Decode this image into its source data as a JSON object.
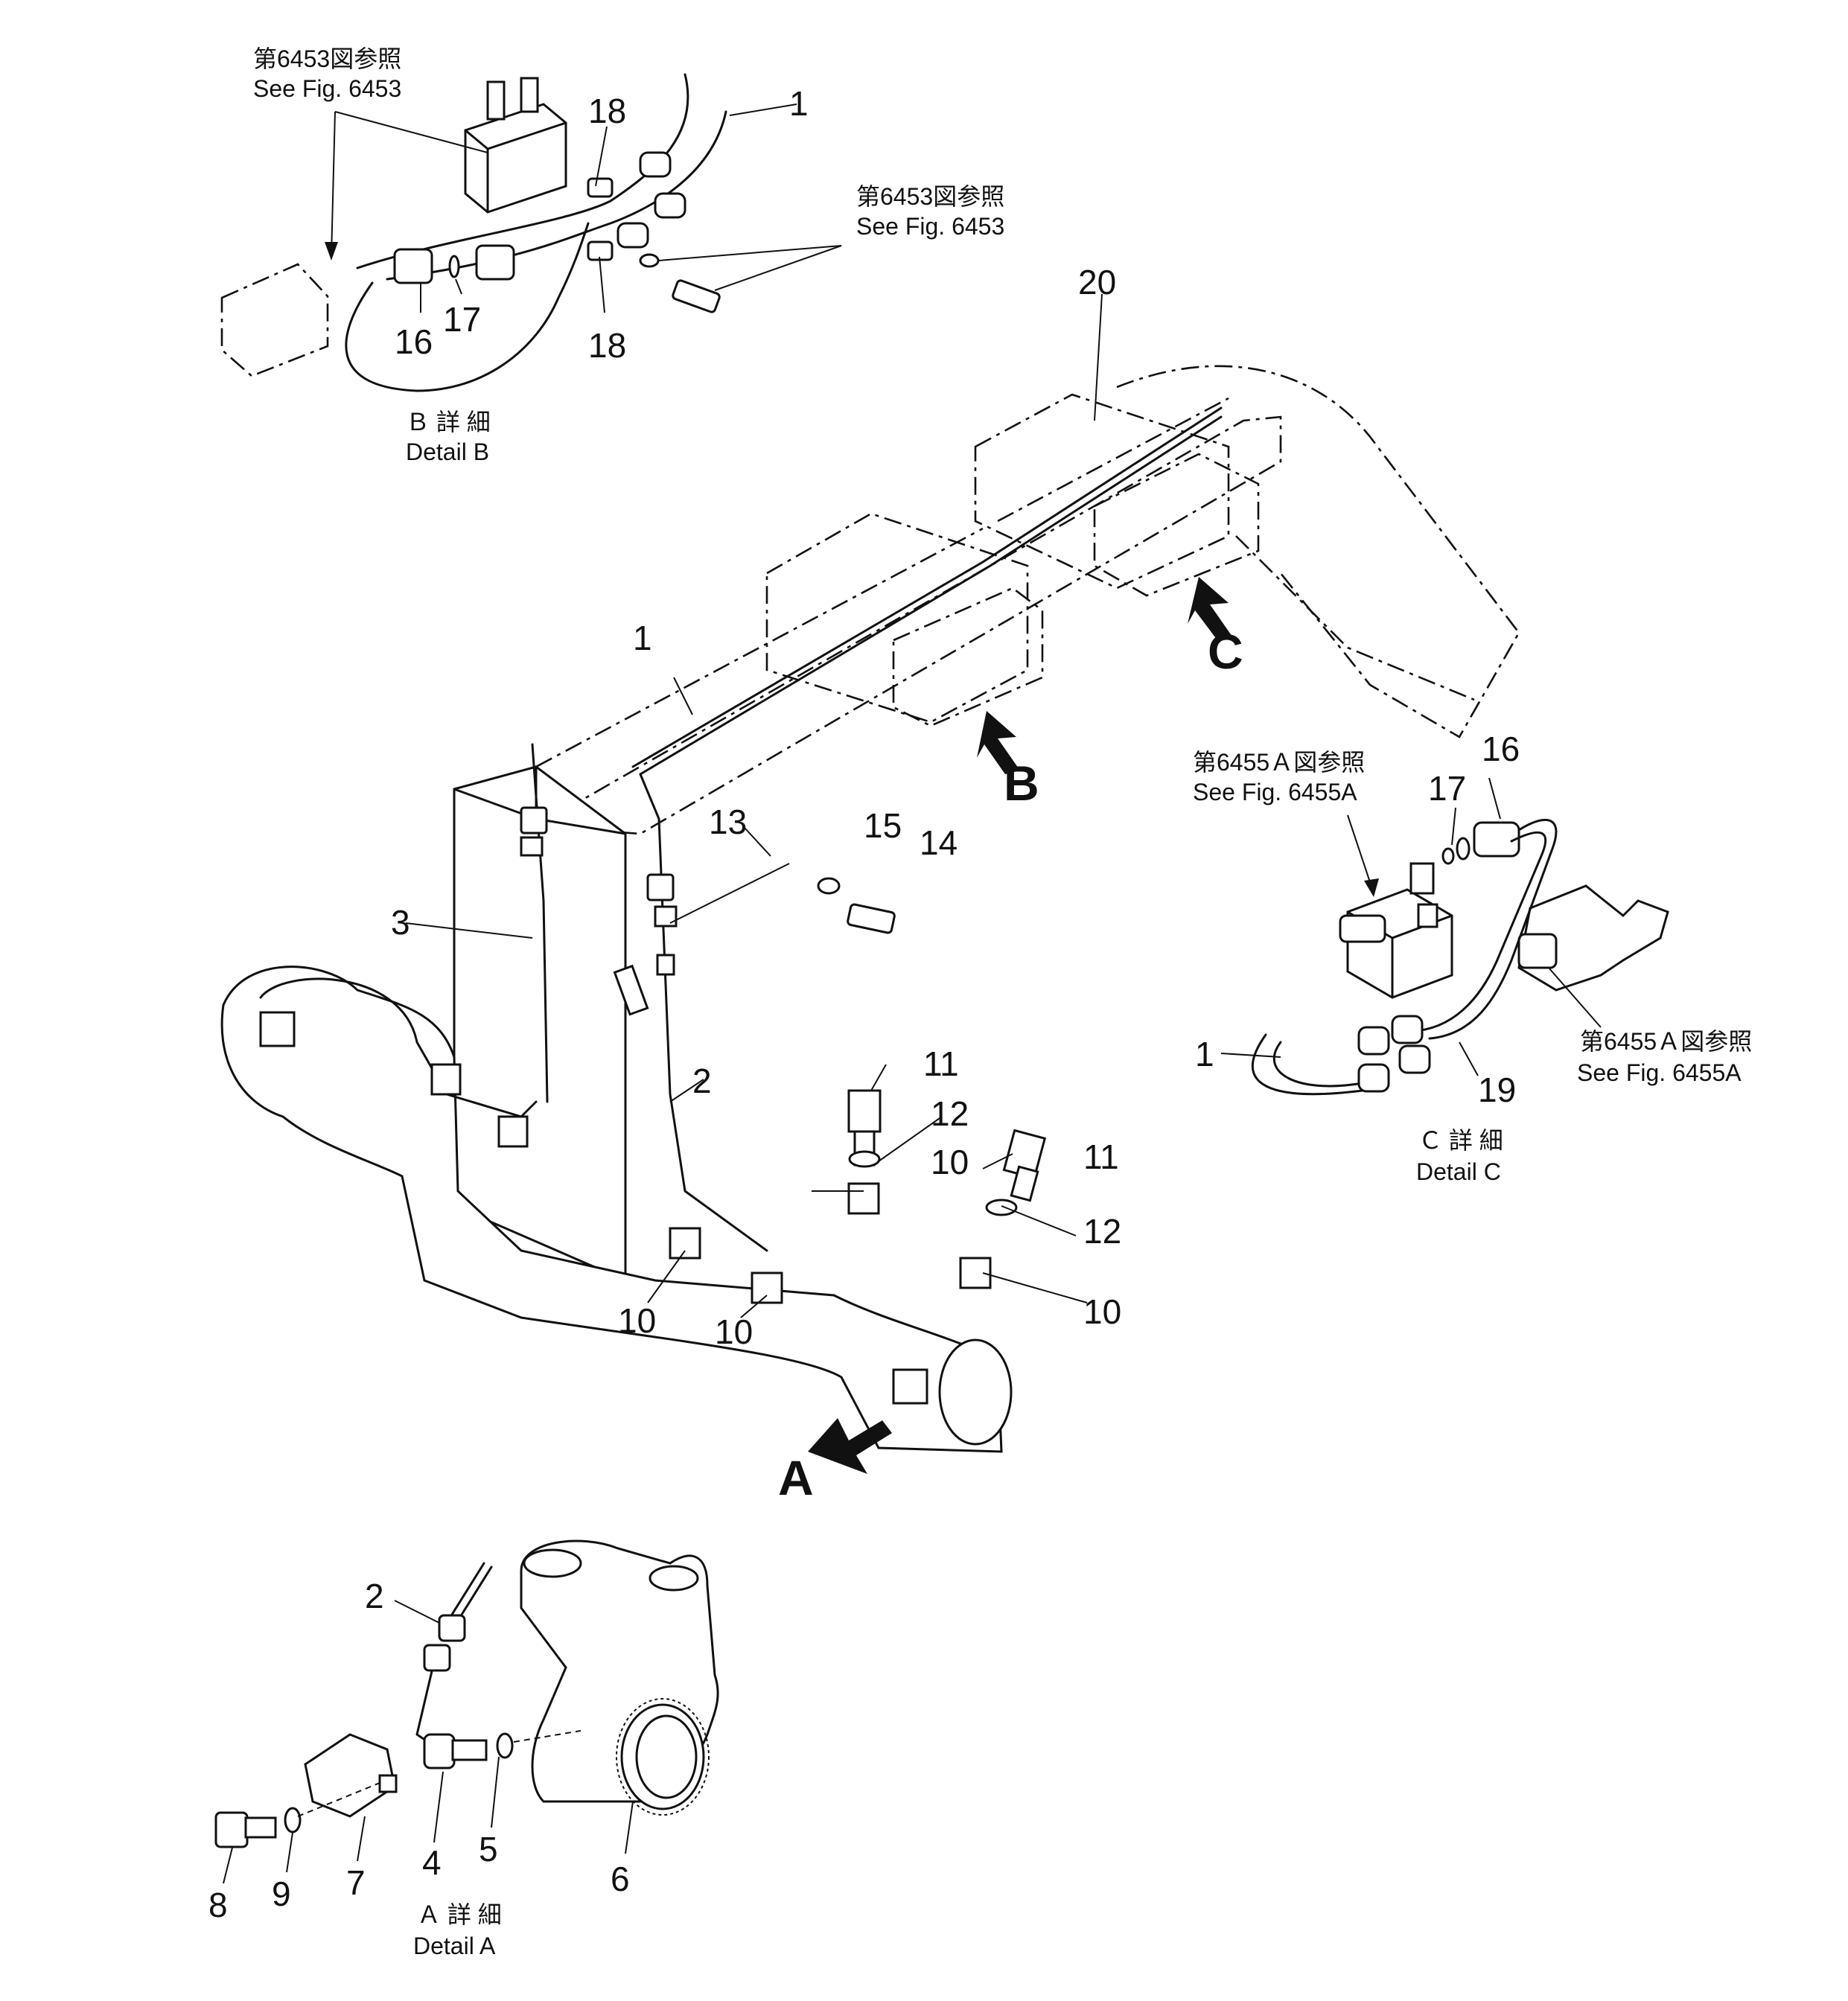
{
  "callouts": {
    "n1a": "1",
    "n1b": "1",
    "n1c": "1",
    "n2": "2",
    "n2a": "2",
    "n3": "3",
    "n4": "4",
    "n5": "5",
    "n6": "6",
    "n7": "7",
    "n8": "8",
    "n9": "9",
    "n10a": "10",
    "n10b": "10",
    "n10c": "10",
    "n10d": "10",
    "n11a": "11",
    "n11b": "11",
    "n12a": "12",
    "n12b": "12",
    "n13": "13",
    "n14": "14",
    "n15": "15",
    "n16a": "16",
    "n16b": "16",
    "n17a": "17",
    "n17b": "17",
    "n18a": "18",
    "n18b": "18",
    "n19": "19",
    "n20": "20"
  },
  "view_arrows": {
    "a": "A",
    "b": "B",
    "c": "C"
  },
  "references": {
    "b_top_jp": "第6453図参照",
    "b_top_en": "See Fig. 6453",
    "b_right_jp": "第6453図参照",
    "b_right_en": "See Fig. 6453",
    "c_left_jp": "第6455Ａ図参照",
    "c_left_en": "See Fig. 6455A",
    "c_right_jp": "第6455Ａ図参照",
    "c_right_en": "See Fig. 6455A"
  },
  "details": {
    "b_jp": "Ｂ 詳 細",
    "b_en": "Detail B",
    "c_jp": "Ｃ 詳 細",
    "c_en": "Detail C",
    "a_jp": "Ａ 詳 細",
    "a_en": "Detail A"
  }
}
